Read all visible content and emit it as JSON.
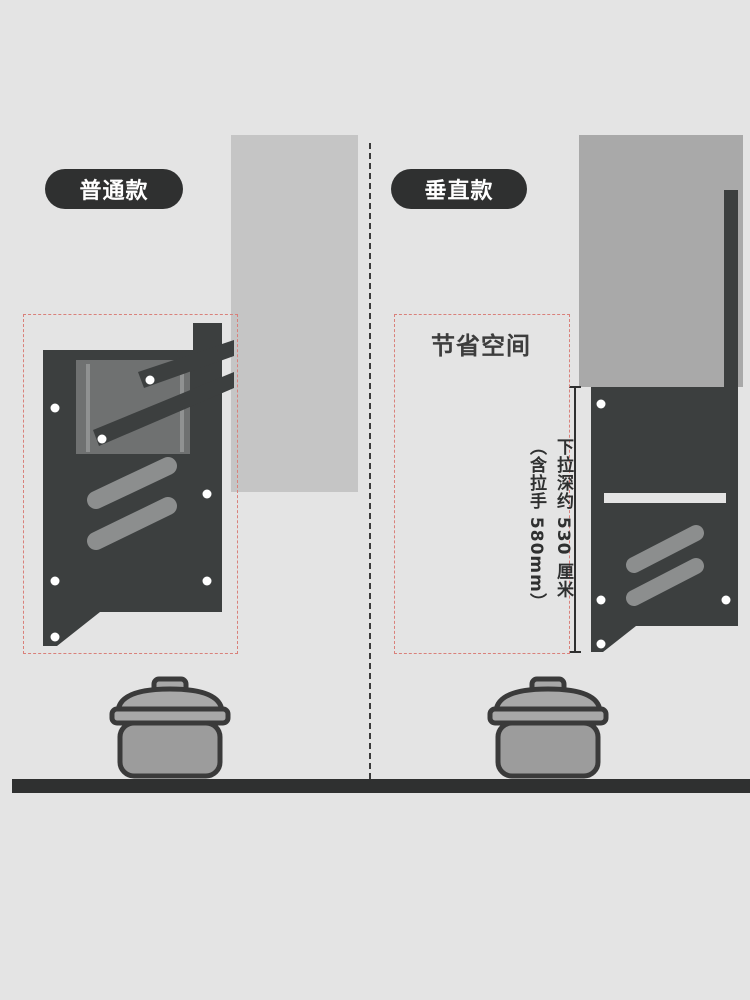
{
  "left": {
    "title": "普通款"
  },
  "right": {
    "title": "垂直款",
    "save_space": "节省空间",
    "depth_line1": "下拉深约 530 厘米",
    "depth_line2": "（含拉手 580mm）"
  },
  "colors": {
    "background": "#e4e4e4",
    "rack": "#3c3f3f",
    "label_bg": "#2f3030",
    "cabinet_left": "#c5c5c5",
    "cabinet_right": "#a9a9a9",
    "dashed_box": "#d9807a",
    "pot_body": "#9c9c9c",
    "pot_outline": "#3a3a3a"
  }
}
